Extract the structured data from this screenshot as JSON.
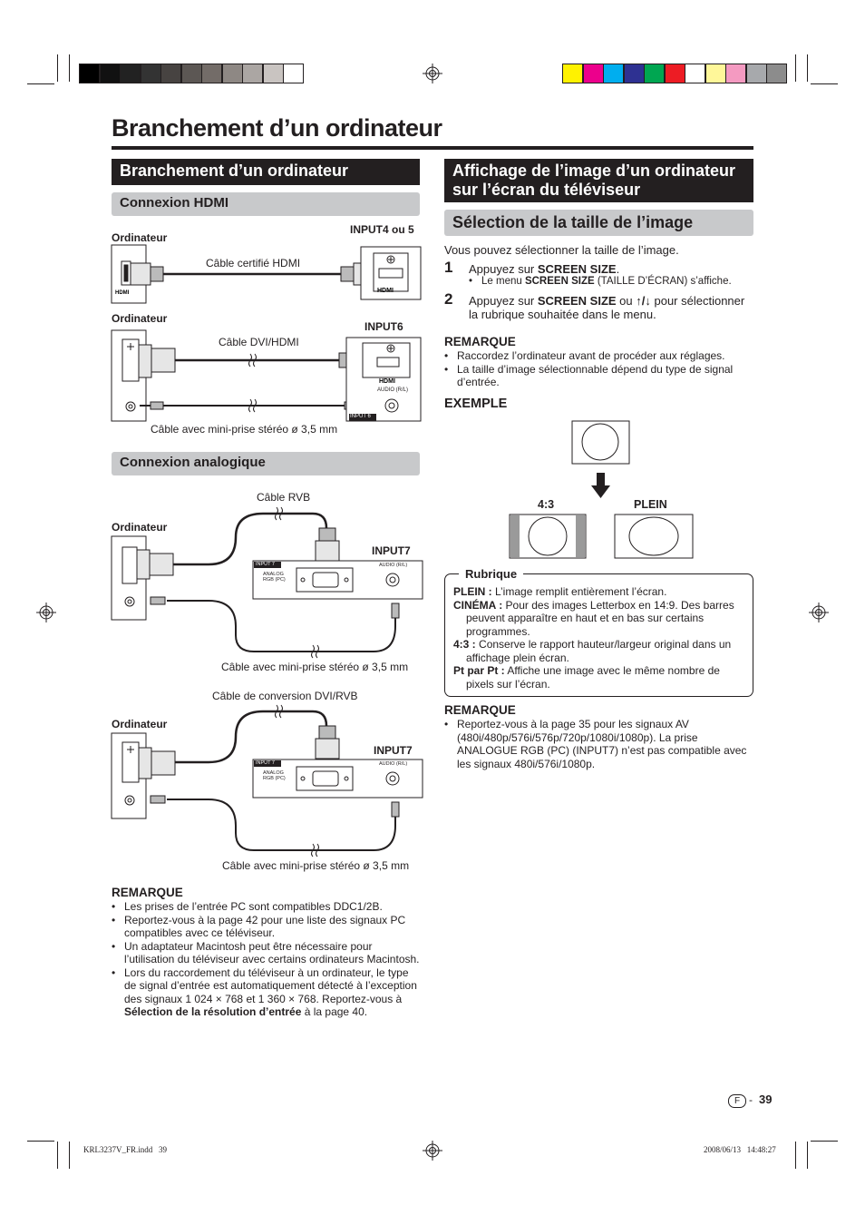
{
  "colors": {
    "gray_swatches": [
      "#000000",
      "#111111",
      "#222222",
      "#333333",
      "#474341",
      "#5c5754",
      "#736c68",
      "#8e8884",
      "#aba6a3",
      "#c9c4c1",
      "#ffffff"
    ],
    "color_swatches": [
      "#fff200",
      "#ec008c",
      "#00aeef",
      "#2e3192",
      "#00a651",
      "#ed1c24",
      "#ffffff",
      "#fff799",
      "#f49ac1",
      "#a7a9ac",
      "#8c8c8c"
    ],
    "header_bar": "#231f20",
    "subheader_bar": "#c8c9cb"
  },
  "page_title": "Branchement d’un ordinateur",
  "left": {
    "section_title": "Branchement d’un ordinateur",
    "hdmi": {
      "heading": "Connexion HDMI",
      "computer_label": "Ordinateur",
      "input_label": "INPUT4 ou 5",
      "cable_label": "Câble certifié HDMI",
      "hdmi_logo": "HDMI"
    },
    "dvi": {
      "computer_label": "Ordinateur",
      "input_label": "INPUT6",
      "cable_label": "Câble DVI/HDMI",
      "audio_label": "AUDIO (R/L)",
      "input_tag": "INPUT 6",
      "stereo_cable": "Câble avec mini-prise stéréo ø 3,5 mm"
    },
    "analog": {
      "heading": "Connexion analogique",
      "rgb_cable": "Câble RVB",
      "computer_label": "Ordinateur",
      "input_label": "INPUT7",
      "panel_tag": "INPUT 7",
      "analog_rgb": "ANALOG RGB (PC)",
      "audio_label": "AUDIO (R/L)",
      "stereo_cable": "Câble avec mini-prise stéréo ø 3,5 mm"
    },
    "analog2": {
      "conv_cable": "Câble de conversion DVI/RVB",
      "computer_label": "Ordinateur",
      "input_label": "INPUT7",
      "panel_tag": "INPUT 7",
      "analog_rgb": "ANALOG RGB (PC)",
      "audio_label": "AUDIO (R/L)",
      "stereo_cable": "Câble avec mini-prise stéréo ø 3,5 mm"
    },
    "remarque": {
      "title": "REMARQUE",
      "b1": "Les prises de l’entrée PC sont compatibles DDC1/2B.",
      "b2": "Reportez-vous à la page 42 pour une liste des signaux PC compatibles avec ce téléviseur.",
      "b3": "Un adaptateur Macintosh peut être nécessaire pour l’utilisation du téléviseur avec certains ordinateurs Macintosh.",
      "b4_pre": "Lors du raccordement du téléviseur à un ordinateur, le type de signal d’entrée est automatiquement détecté à l’exception des signaux 1 024 × 768 et 1 360 × 768. Reportez-vous à ",
      "b4_bold": "Sélection de la résolution d’entrée",
      "b4_post": " à la page 40."
    }
  },
  "right": {
    "section_title": "Affichage de l’image d’un ordinateur sur l’écran du téléviseur",
    "sub_title": "Sélection de la taille de l’image",
    "intro": "Vous pouvez sélectionner la taille de l’image.",
    "step1": {
      "num": "1",
      "pre": "Appuyez sur ",
      "bold": "SCREEN SIZE",
      "post": ".",
      "sub_pre": "Le menu ",
      "sub_bold": "SCREEN SIZE",
      "sub_post": " (TAILLE D’ÉCRAN) s’affiche."
    },
    "step2": {
      "num": "2",
      "pre": "Appuyez sur ",
      "bold": "SCREEN SIZE",
      "mid": " ou ",
      "arrows": "↑/↓",
      "post": " pour sélectionner la rubrique souhaitée dans le menu."
    },
    "remarque1": {
      "title": "REMARQUE",
      "b1": "Raccordez l’ordinateur avant de procéder aux réglages.",
      "b2": "La taille d’image sélectionnable dépend du type de signal d’entrée."
    },
    "exemple": {
      "title": "EXEMPLE",
      "label_43": "4:3",
      "label_plein": "PLEIN"
    },
    "rubrique": {
      "title": "Rubrique",
      "i1_bold": "PLEIN :",
      "i1": " L’image remplit entièrement l’écran.",
      "i2_bold": "CINÉMA :",
      "i2": " Pour des images Letterbox en 14:9. Des barres peuvent apparaître en haut et en bas sur certains programmes.",
      "i3_bold": "4:3 :",
      "i3": " Conserve le rapport hauteur/largeur original dans un affichage plein écran.",
      "i4_bold": "Pt par Pt :",
      "i4": " Affiche une image avec le même nombre de pixels sur l’écran."
    },
    "remarque2": {
      "title": "REMARQUE",
      "b1": "Reportez-vous à la page 35 pour les signaux AV (480i/480p/576i/576p/720p/1080i/1080p). La prise ANALOGUE RGB (PC) (INPUT7) n’est pas compatible avec les signaux 480i/576i/1080p."
    }
  },
  "footer": {
    "lang": "F",
    "dash": "-",
    "page": "39",
    "file": "KRL3237V_FR.indd   39",
    "date": "2008/06/13   14:48:27"
  }
}
